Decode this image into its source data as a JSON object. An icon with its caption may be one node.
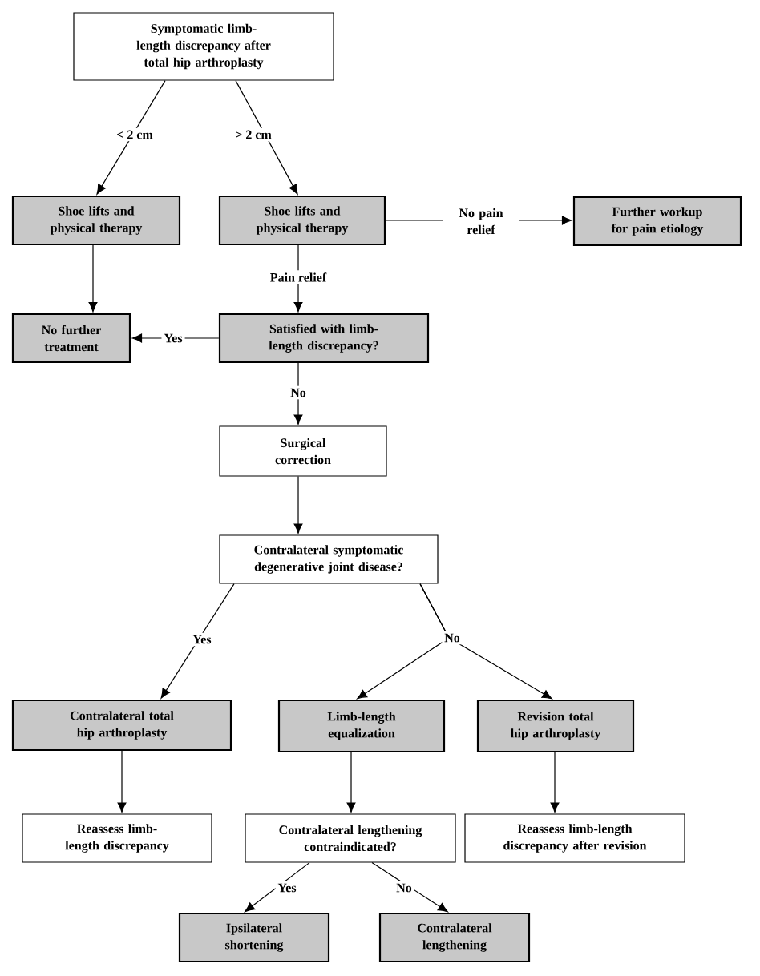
{
  "diagram": {
    "nodes": [
      {
        "text": [
          "Symptomatic limb-length discrepancy after total hip arthroplasty"
        ]
      },
      {
        "text": [
          "Shoe lifts and physical therapy"
        ]
      },
      {
        "text": [
          "Shoe lifts and physical therapy"
        ]
      },
      {
        "text": [
          "Further workup for pain etiology"
        ]
      },
      {
        "text": [
          "No further treatment"
        ]
      },
      {
        "text": [
          "Satisfied with limb-length discrepancy?"
        ]
      },
      {
        "text": [
          "Surgical correction"
        ]
      },
      {
        "text": [
          "Contralateral symptomatic degenerative joint disease?"
        ]
      },
      {
        "text": [
          "Contralateral total hip arthroplasty"
        ]
      },
      {
        "text": [
          "Limb-length equalization"
        ]
      },
      {
        "text": [
          "Revision total hip arthroplasty"
        ]
      },
      {
        "text": [
          "Reassess limb-length discrepancy"
        ]
      },
      {
        "text": [
          "Contralateral lengthening contraindicated?"
        ]
      },
      {
        "text": [
          "Reassess limb-length discrepancy after revision"
        ]
      },
      {
        "text": [
          "Ipsilateral shortening"
        ]
      },
      {
        "text": [
          "Contralateral lengthening"
        ]
      }
    ],
    "edges": [
      {
        "from": 0,
        "to": 1,
        "arrow": "to",
        "label": "< 2 cm"
      },
      {
        "from": 0,
        "to": 2,
        "arrow": "to",
        "label": "> 2 cm"
      },
      {
        "from": 2,
        "to": 3,
        "arrow": "to",
        "label": "No pain relief"
      },
      {
        "from": 2,
        "to": 5,
        "arrow": "to",
        "label": "Pain relief"
      },
      {
        "from": 1,
        "to": 4,
        "arrow": "to"
      },
      {
        "from": 5,
        "to": 4,
        "arrow": "to",
        "label": "Yes"
      },
      {
        "from": 5,
        "to": 6,
        "arrow": "to",
        "label": "No"
      },
      {
        "from": 6,
        "to": 7,
        "arrow": "to"
      },
      {
        "from": 7,
        "to": 8,
        "arrow": "to",
        "label": "Yes"
      },
      {
        "from": 7,
        "to": 9,
        "arrow": "to",
        "label": "No"
      },
      {
        "from": 7,
        "to": 10,
        "arrow": "to"
      },
      {
        "from": 8,
        "to": 11,
        "arrow": "to"
      },
      {
        "from": 9,
        "to": 12,
        "arrow": "to"
      },
      {
        "from": 10,
        "to": 13,
        "arrow": "to"
      },
      {
        "from": 12,
        "to": 14,
        "arrow": "to",
        "label": "Yes"
      },
      {
        "from": 12,
        "to": 15,
        "arrow": "to",
        "label": "No"
      }
    ]
  }
}
